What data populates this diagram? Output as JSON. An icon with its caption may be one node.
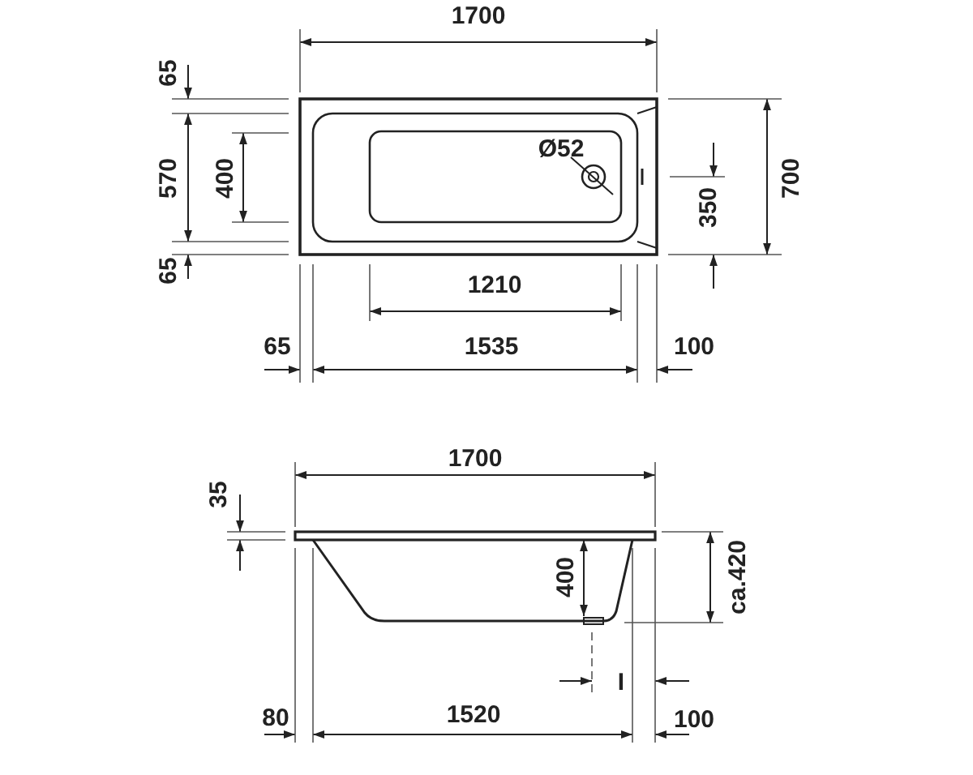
{
  "diagram": {
    "labels": [
      "1700",
      "65",
      "570",
      "400",
      "Ø52",
      "350",
      "700",
      "65",
      "1210",
      "65",
      "1535",
      "100",
      "1700",
      "35",
      "400",
      "ca.420",
      "I",
      "80",
      "1520",
      "100"
    ]
  }
}
